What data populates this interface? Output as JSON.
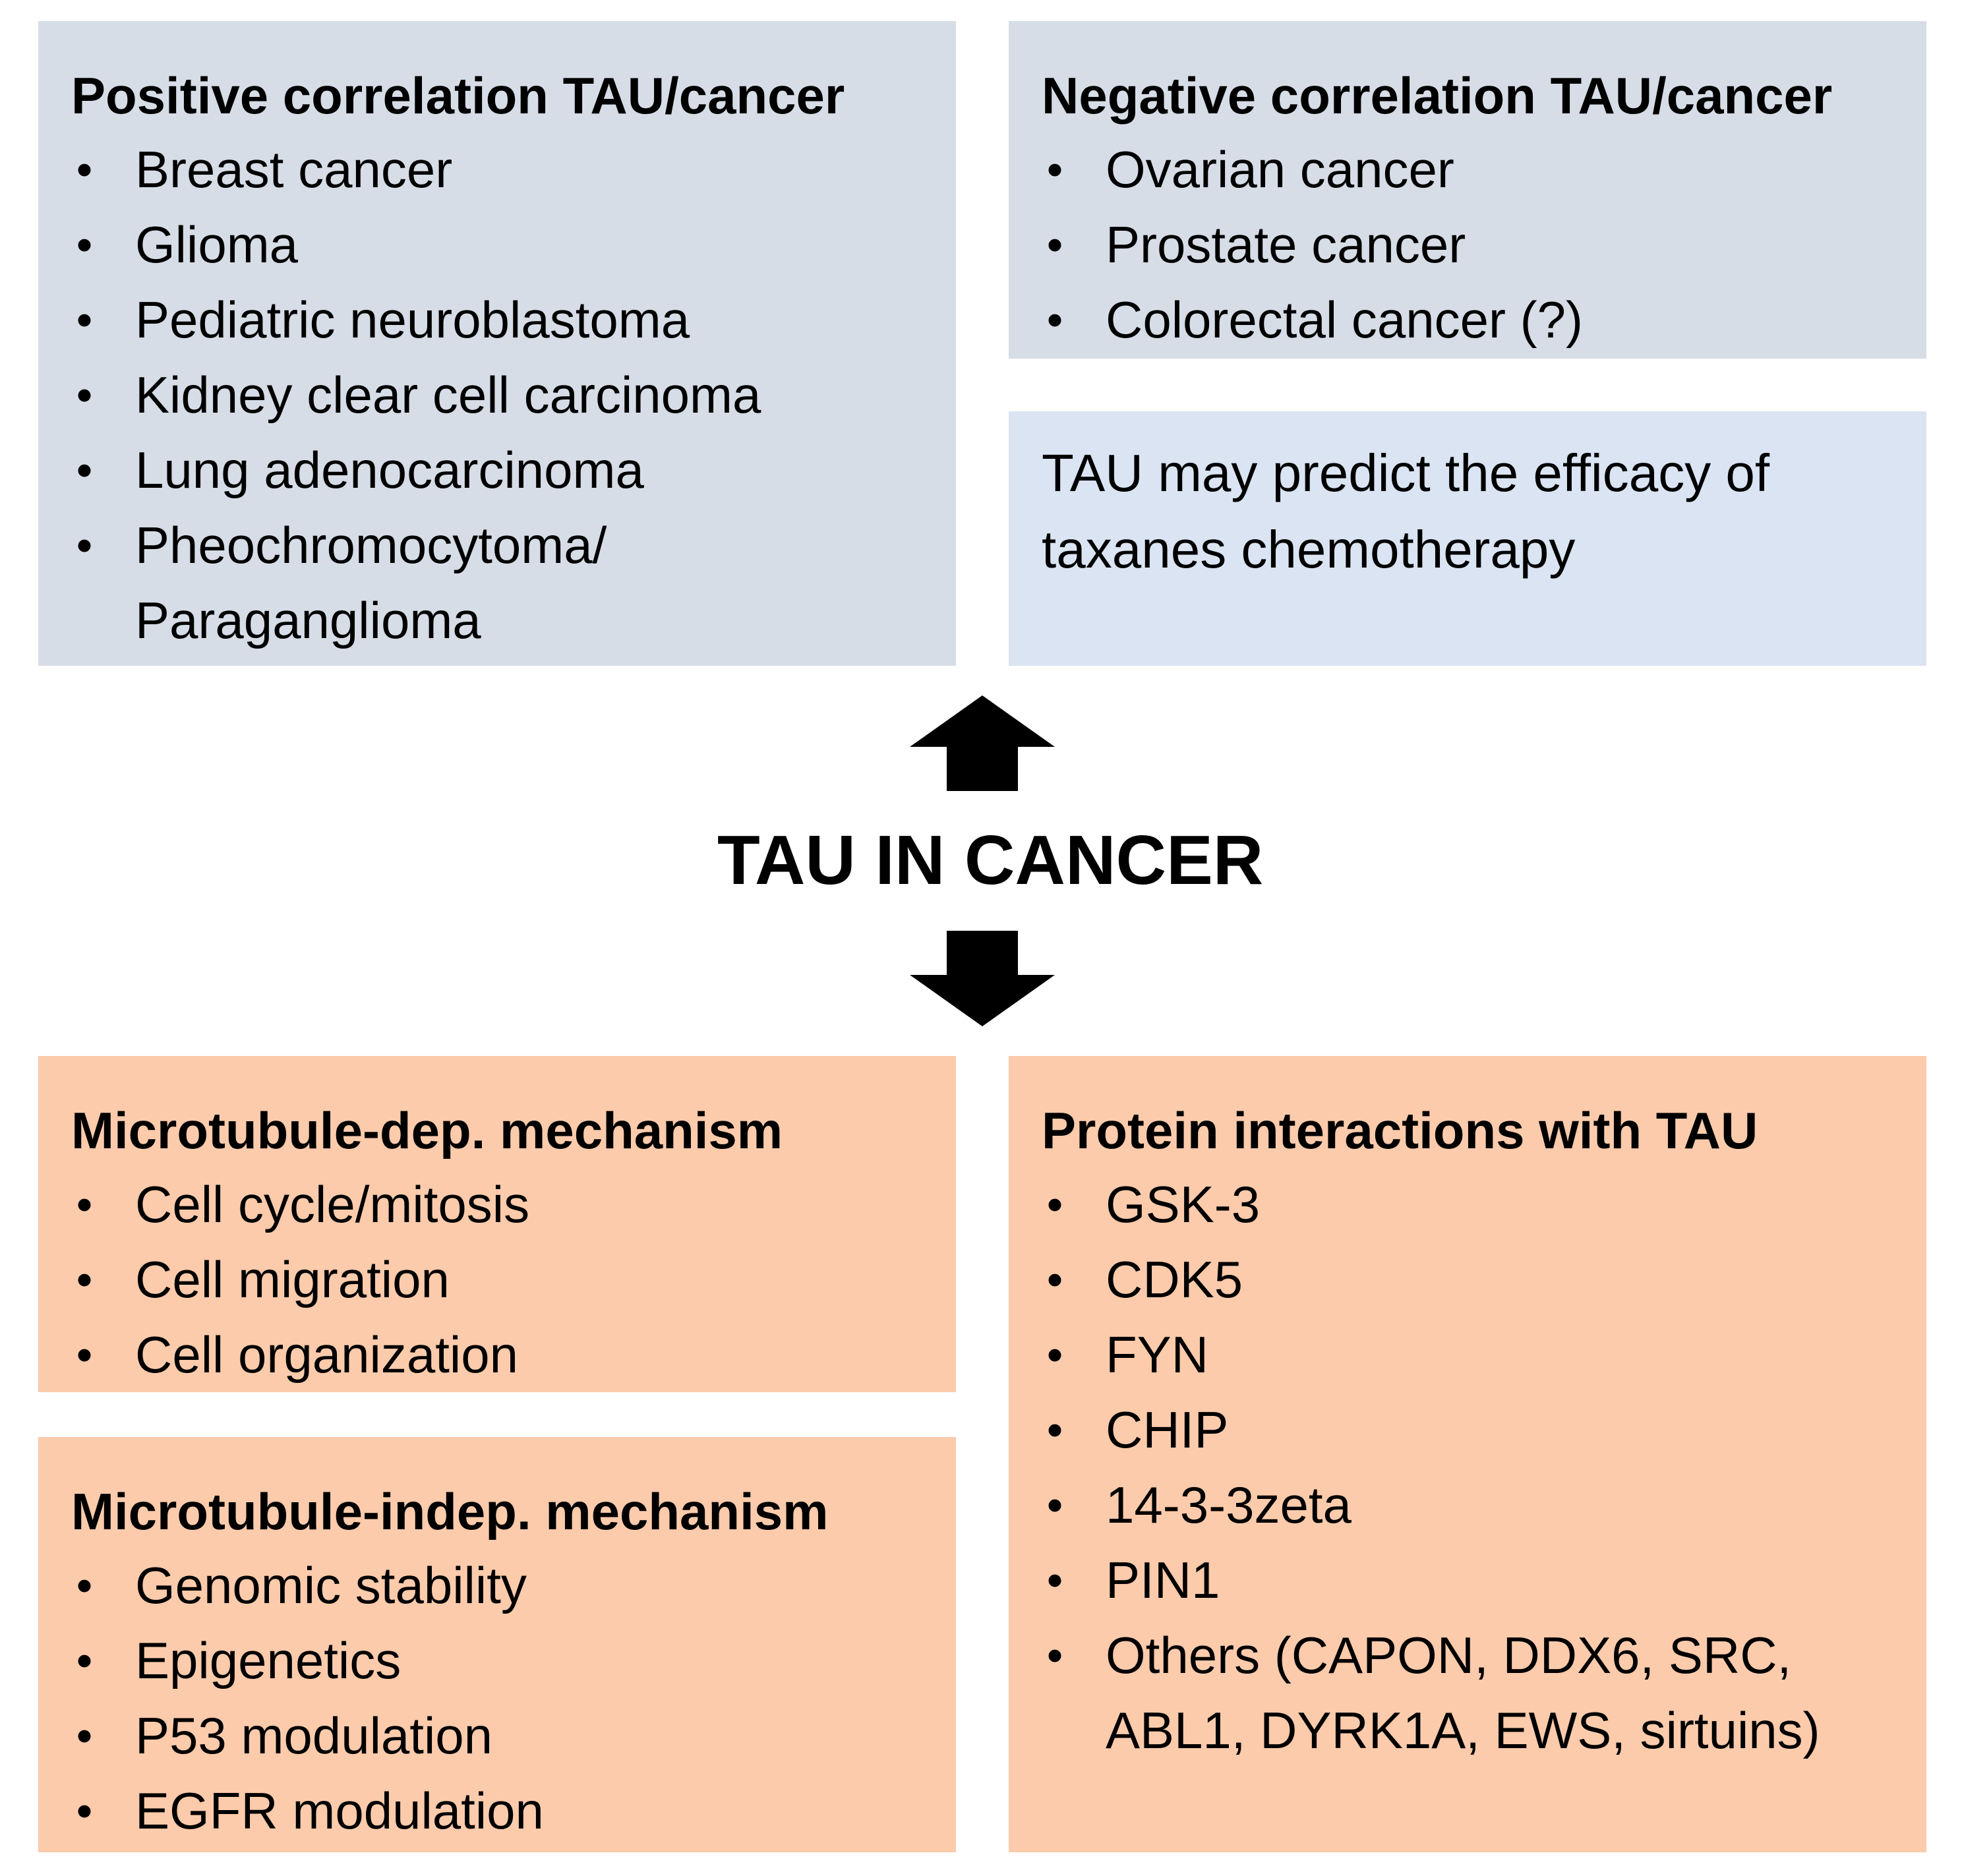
{
  "colors": {
    "gray_box": "#d6dde6",
    "blue_box": "#dae4f2",
    "orange_box": "#fbcbac",
    "arrow": "#000000"
  },
  "positive": {
    "title": "Positive correlation TAU/cancer",
    "items": [
      "Breast cancer",
      "Glioma",
      "Pediatric neuroblastoma",
      "Kidney clear cell carcinoma",
      "Lung adenocarcinoma",
      "Pheochromocytoma/ Paraganglioma"
    ]
  },
  "negative": {
    "title": "Negative correlation TAU/cancer",
    "items": [
      "Ovarian cancer",
      "Prostate cancer",
      "Colorectal cancer (?)"
    ]
  },
  "predict": {
    "text": "TAU may predict the efficacy of taxanes chemotherapy"
  },
  "center": {
    "label": "TAU IN CANCER",
    "up_arrow_icon": "up-arrow-icon",
    "down_arrow_icon": "down-arrow-icon"
  },
  "mt_dep": {
    "title": "Microtubule-dep. mechanism",
    "items": [
      "Cell cycle/mitosis",
      "Cell migration",
      "Cell organization"
    ]
  },
  "mt_indep": {
    "title": "Microtubule-indep. mechanism",
    "items": [
      "Genomic stability",
      "Epigenetics",
      "P53 modulation",
      "EGFR modulation"
    ]
  },
  "protein": {
    "title": "Protein interactions with TAU",
    "items": [
      "GSK-3",
      "CDK5",
      "FYN",
      "CHIP",
      "14-3-3zeta",
      "PIN1",
      "Others (CAPON, DDX6, SRC, ABL1, DYRK1A, EWS, sirtuins)"
    ]
  }
}
